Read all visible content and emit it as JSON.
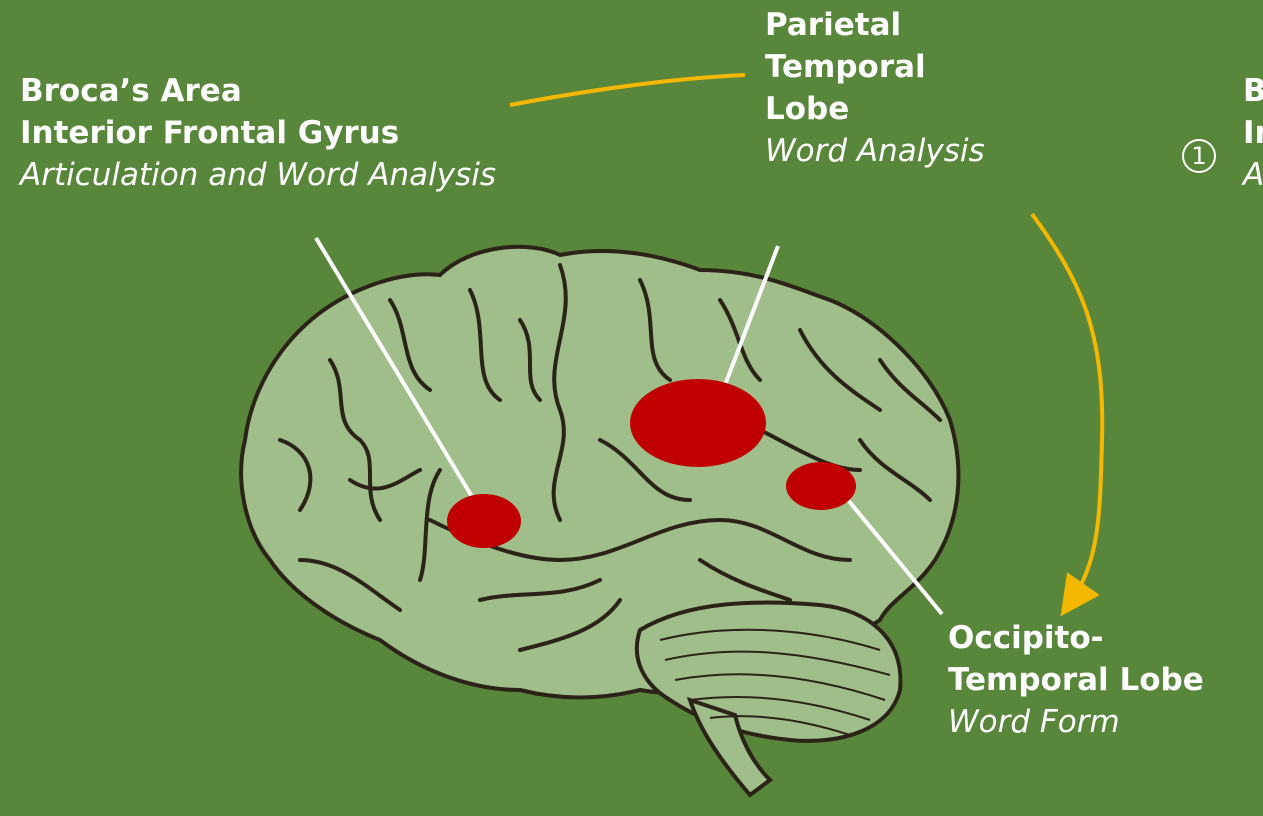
{
  "labels": {
    "broca": {
      "line1": "Broca’s Area",
      "line2": "Interior Frontal Gyrus",
      "line3": "Articulation and Word Analysis"
    },
    "parietal": {
      "line1": "Parietal",
      "line2": "Temporal",
      "line3": "Lobe",
      "line4": "Word Analysis"
    },
    "occipito": {
      "line1": "Occipito-",
      "line2": "Temporal Lobe",
      "line3": "Word Form"
    },
    "clipped": {
      "line1": "B",
      "line2": "In",
      "line3": "A",
      "number": "1"
    }
  },
  "colors": {
    "background": "#58863a",
    "brain": "#9fbe8a",
    "brain_outline": "#2b2218",
    "region": "#c00000",
    "arrow": "#f5b800",
    "pointer": "#ffffff"
  }
}
